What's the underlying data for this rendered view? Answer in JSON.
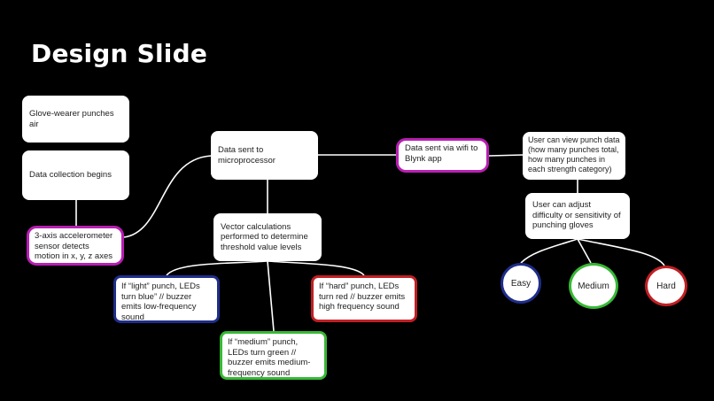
{
  "slide": {
    "title": "Design Slide"
  },
  "nodes": {
    "glove_punches": "Glove-wearer punches air",
    "data_collection": "Data collection begins",
    "accelerometer": "3-axis accelerometer sensor detects motion in x, y, z axes",
    "data_sent_micro": "Data sent to microprocessor",
    "vector_calc": "Vector calculations performed to determine threshold value levels",
    "light_punch": "If “light” punch, LEDs turn blue” // buzzer emits low-frequency sound",
    "medium_punch": "If “medium” punch, LEDs turn green // buzzer emits medium-frequency sound",
    "hard_punch": "If “hard” punch, LEDs turn red // buzzer emits high frequency sound",
    "wifi_blynk": "Data sent via wifi to Blynk app",
    "view_data": "User can view punch data (how many punches total, how many punches in each strength category)",
    "adjust_difficulty": "User can adjust difficulty or sensitivity of punching gloves",
    "easy": "Easy",
    "medium": "Medium",
    "hard": "Hard"
  },
  "colors": {
    "background": "#000000",
    "magenta": "#b81fb3",
    "blue": "#1f2d8a",
    "green": "#38b836",
    "red": "#c01f24"
  }
}
